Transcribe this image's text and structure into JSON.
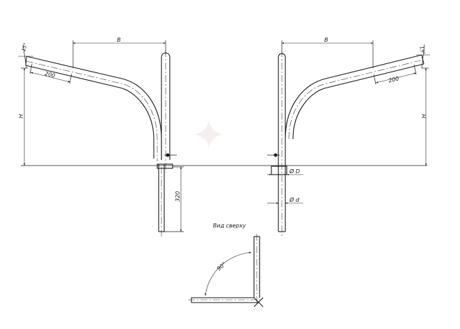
{
  "labels": {
    "dim_b_left": "B",
    "dim_b_right": "B",
    "angle_left": "15°",
    "angle_right": "15°",
    "len_left": "200",
    "len_right": "200",
    "height_left": "H",
    "height_right": "H",
    "base_len": "320",
    "diam_outer": "Ø D",
    "diam_inner": "Ø d",
    "top_view_title": "Вид сверху",
    "top_view_angle": "90°"
  }
}
